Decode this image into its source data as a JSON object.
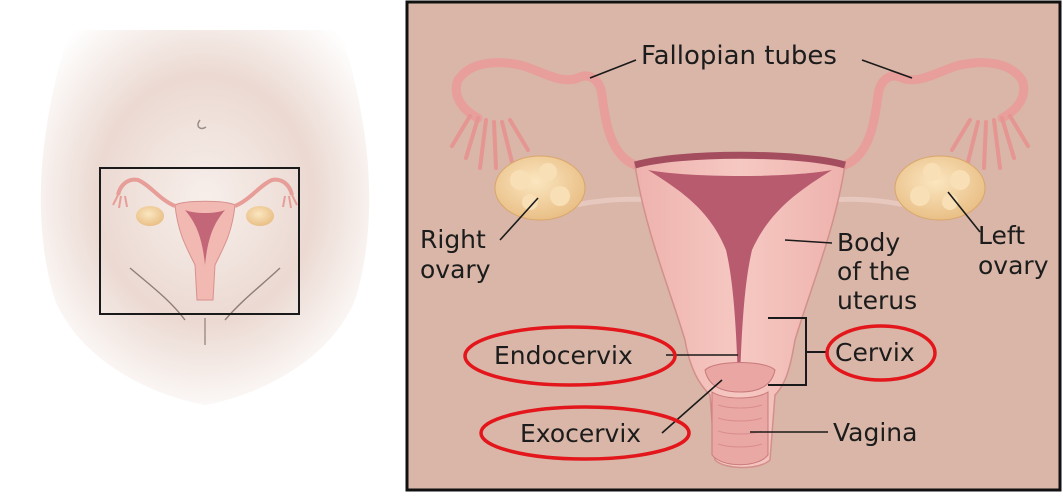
{
  "labels": {
    "fallopian_tubes": "Fallopian tubes",
    "right_ovary_line1": "Right",
    "right_ovary_line2": "ovary",
    "left_ovary_line1": "Left",
    "left_ovary_line2": "ovary",
    "body_uterus_line1": "Body",
    "body_uterus_line2": "of the",
    "body_uterus_line3": "uterus",
    "endocervix": "Endocervix",
    "cervix": "Cervix",
    "exocervix": "Exocervix",
    "vagina": "Vagina"
  },
  "highlighted_labels": [
    "endocervix",
    "cervix",
    "exocervix"
  ],
  "colors": {
    "panel_background": "#d9b6a7",
    "panel_border": "#111111",
    "highlight_ellipse": "#e3161c",
    "tissue_pink": "#f0b9b3",
    "uterus_cavity": "#b85b6f",
    "ovary": "#f2d39f",
    "body_skin": "#e8d4cc"
  }
}
